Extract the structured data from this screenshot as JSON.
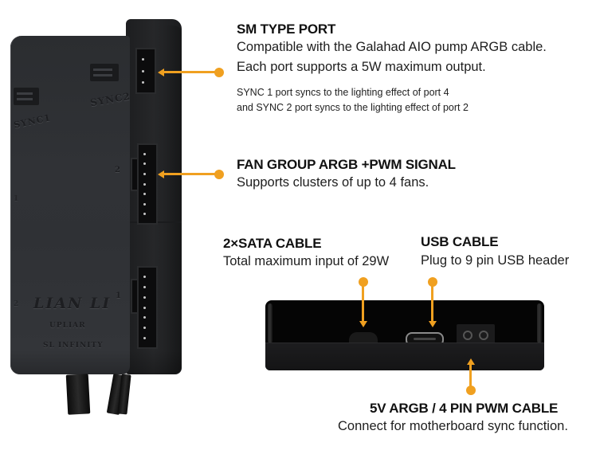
{
  "brand_color": "#f0a020",
  "device_main": {
    "logo": "LIAN LI",
    "embossed_lines": [
      "UPLIAR",
      "SL INFINITY"
    ],
    "sync_labels": [
      "SYNC1",
      "SYNC2"
    ],
    "port_numbers": [
      "2",
      "1"
    ],
    "left_port_numbers": [
      "1",
      "2"
    ]
  },
  "callouts": {
    "sm_type_port": {
      "title": "SM TYPE PORT",
      "lines": [
        "Compatible with the Galahad AIO pump ARGB cable.",
        "Each port supports a 5W maximum output."
      ],
      "notes": [
        "SYNC 1 port syncs to the lighting effect of port 4",
        "and SYNC 2 port syncs to the lighting effect of port 2"
      ]
    },
    "fan_group": {
      "title": "FAN GROUP ARGB +PWM SIGNAL",
      "description": "Supports clusters of up to 4 fans."
    },
    "sata": {
      "title": "2×SATA CABLE",
      "description": "Total maximum input of 29W"
    },
    "usb": {
      "title": "USB CABLE",
      "description": "Plug to 9 pin USB header"
    },
    "argb_pwm": {
      "title": "5V ARGB / 4 PIN PWM CABLE",
      "description": "Connect for motherboard sync function."
    }
  }
}
